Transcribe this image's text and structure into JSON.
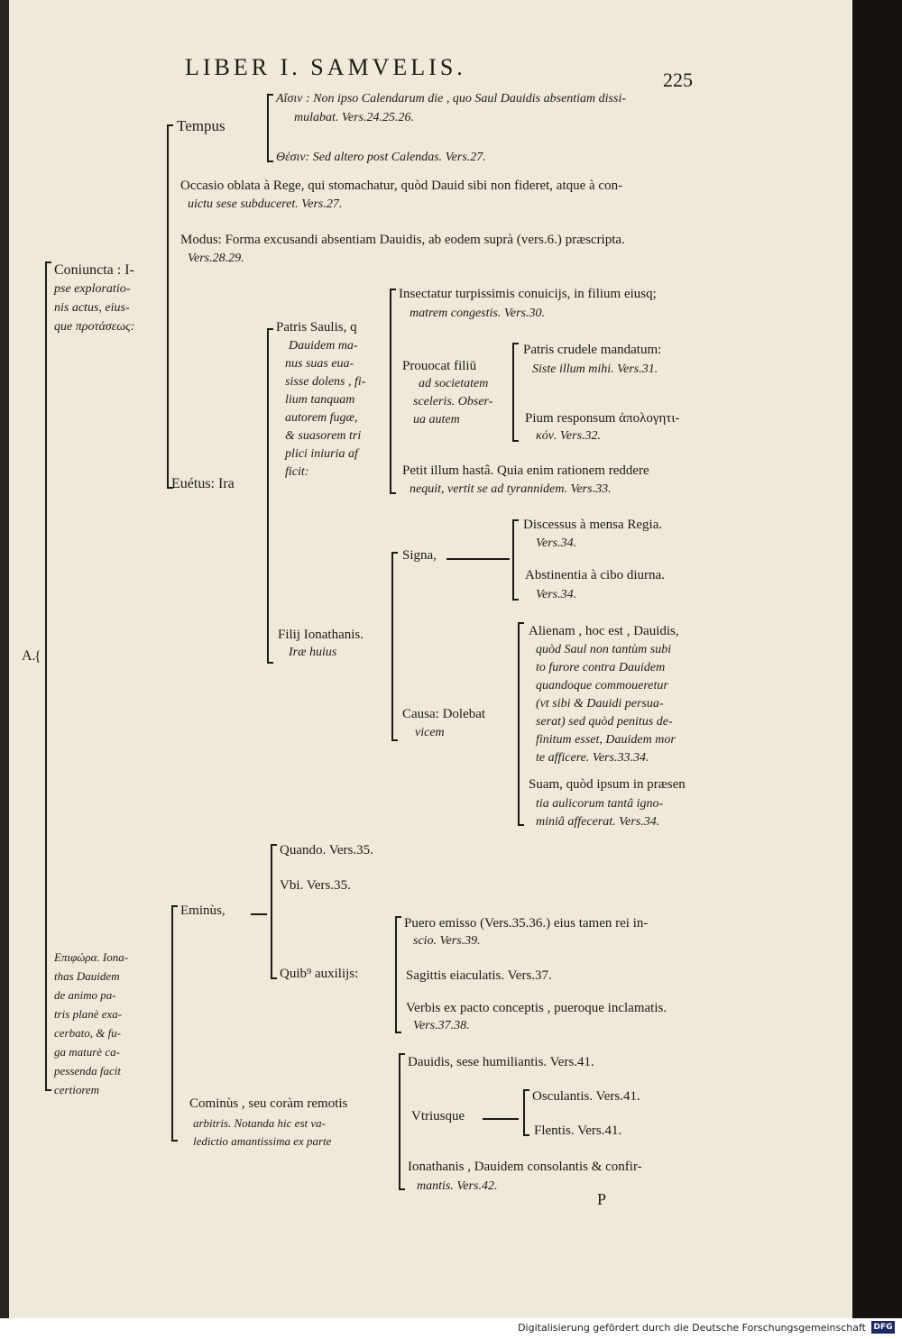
{
  "header": {
    "title": "LIBER I. SAMVELIS.",
    "page_number": "225"
  },
  "tree": {
    "a_label": "A.",
    "coniuncta": [
      "Coniuncta : I-",
      "pse exploratio-",
      "nis actus, eius-",
      "que προτάσεως:"
    ],
    "tempus": "Tempus",
    "tempus_1": [
      "Αἴσιν : Non ipso Calendarum die , quo Saul Dauidis absentiam dissi-",
      "mulabat. Vers.24.25.26."
    ],
    "tempus_2": "Θέσιν: Sed altero post Calendas. Vers.27.",
    "occasio": [
      "Occasio oblata à Rege, qui stomachatur, quòd Dauid sibi non fideret, atque à con-",
      "uictu sese subduceret. Vers.27."
    ],
    "modus": [
      "Modus: Forma excusandi absentiam Dauidis, ab eodem suprà (vers.6.) præscripta.",
      "Vers.28.29."
    ],
    "euetus": "Euétus: Ira",
    "patris": [
      "Patris Saulis, q",
      "Dauidem ma-",
      "nus suas eua-",
      "sisse dolens , fi-",
      "lium tanquam",
      "autorem fugæ,",
      "& suasorem tri",
      "plici iniuria af",
      "ficit:"
    ],
    "insectatur": [
      "Insectatur turpissimis conuicijs, in filium eiusq;",
      "matrem congestis. Vers.30."
    ],
    "prouocat": [
      "Prouocat filiū",
      "ad societatem",
      "sceleris. Obser-",
      "ua autem"
    ],
    "patris_mandatum": [
      "Patris crudele mandatum:",
      "Siste illum mihi. Vers.31."
    ],
    "pium": [
      "Pium responsum ἀπολογητι-",
      "κόν. Vers.32."
    ],
    "petit": [
      "Petit illum hastâ. Quia enim rationem reddere",
      "nequit, vertit se ad tyrannidem. Vers.33."
    ],
    "filij": [
      "Filij Ionathanis.",
      "Iræ huius"
    ],
    "signa": "Signa,",
    "discessus": [
      "Discessus à mensa Regia.",
      "Vers.34."
    ],
    "abstinentia": [
      "Abstinentia à cibo diurna.",
      "Vers.34."
    ],
    "causa": [
      "Causa: Dolebat",
      "vicem"
    ],
    "alienam": [
      "Alienam , hoc est , Dauidis,",
      "quòd Saul non tantùm subi",
      "to furore contra Dauidem",
      "quandoque commoueretur",
      "(vt sibi & Dauidi persua-",
      "serat) sed quòd penitus de-",
      "finitum esset, Dauidem mor",
      "te afficere. Vers.33.34."
    ],
    "suam": [
      "Suam, quòd ipsum in præsen",
      "tia aulicorum tantâ igno-",
      "miniâ affecerat. Vers.34."
    ],
    "epiphora": [
      "Επιφώρα. Iona-",
      "thas Dauidem",
      "de animo pa-",
      "tris planè exa-",
      "cerbato, & fu-",
      "ga maturè ca-",
      "pessenda facit",
      "certiorem"
    ],
    "eminus": "Eminùs,",
    "quando": "Quando. Vers.35.",
    "vbi": "Vbi. Vers.35.",
    "quib": "Quib⁹ auxilijs:",
    "puero": [
      "Puero emisso (Vers.35.36.) eius tamen rei in-",
      "scio. Vers.39."
    ],
    "sagittis": "Sagittis eiaculatis. Vers.37.",
    "verbis": [
      "Verbis ex pacto conceptis , pueroque inclamatis.",
      "Vers.37.38."
    ],
    "cominus": [
      "Cominùs , seu coràm remotis",
      "arbitris. Notanda hic est va-",
      "ledictio amantissima ex parte"
    ],
    "dauidis": "Dauidis, sese humiliantis. Vers.41.",
    "vtriusque": "Vtriusque",
    "osculantis": "Osculantis. Vers.41.",
    "flentis": "Flentis. Vers.41.",
    "ionathanis": [
      "Ionathanis , Dauidem consolantis & confir-",
      "mantis. Vers.42."
    ]
  },
  "signature": "P",
  "footer": {
    "text": "Digitalisierung gefördert durch die Deutsche Forschungsgemeinschaft",
    "logo": "DFG"
  }
}
